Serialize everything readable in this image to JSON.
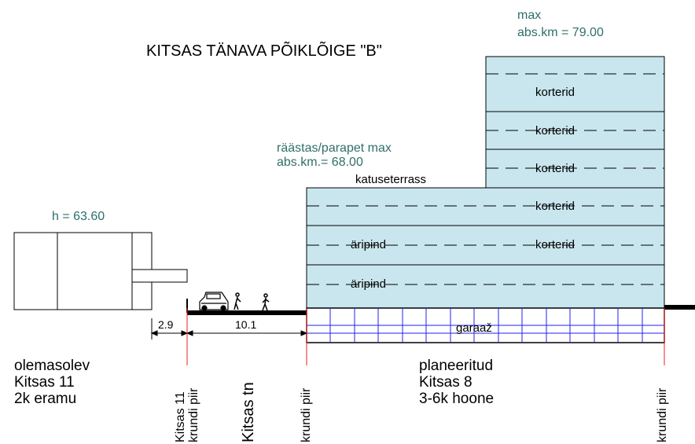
{
  "title": "KITSAS TÄNAVA PÕIKLÕIGE \"B\"",
  "max_note": {
    "line1": "max",
    "line2": "abs.km = 79.00"
  },
  "parapet_note": {
    "line1": "räästas/parapet max",
    "line2": "abs.km.= 68.00"
  },
  "existing_height": "h = 63.60",
  "building_labels": {
    "terrace": "katuseterrass",
    "apartments": [
      "korterid",
      "korterid",
      "korterid",
      "korterid",
      "korterid"
    ],
    "retail": [
      "äripind",
      "äripind"
    ],
    "garage": "garaaž"
  },
  "dimensions": {
    "d1": "2.9",
    "d2": "10.1"
  },
  "existing_building": {
    "line1": "olemasolev",
    "line2": "Kitsas 11",
    "line3": "2k eramu"
  },
  "planned_building": {
    "line1": "planeeritud",
    "line2": "Kitsas 8",
    "line3": "3-6k hoone"
  },
  "boundary_labels": {
    "left_line1": "Kitsas 11",
    "left_line2": "krundi piir",
    "street": "Kitsas tn",
    "middle": "krundi piir",
    "right": "krundi piir"
  },
  "colors": {
    "building_fill": "#c9e6ee",
    "boundary": "#ee2222",
    "garage_grid": "#2222ee",
    "note_text": "#2f6f6a"
  }
}
